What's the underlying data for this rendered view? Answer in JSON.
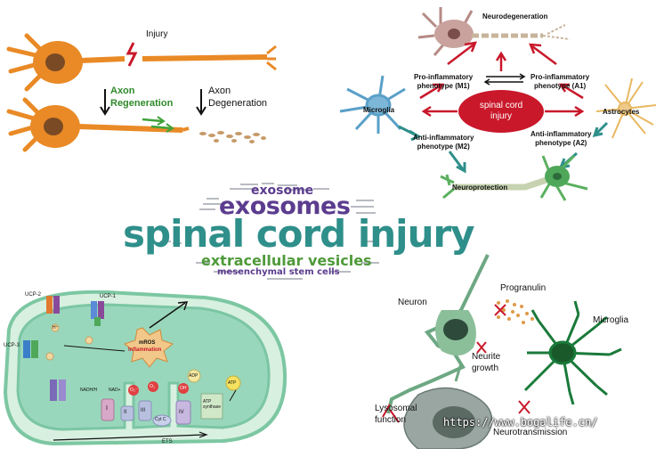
{
  "colors": {
    "neuron_orange": "#e98a26",
    "teal": "#2f8f8a",
    "purple": "#5b3c8f",
    "green": "#4f9a3a",
    "red": "#c9182a",
    "mito_green": "#8fd3b6",
    "microglia_blue": "#5aa0c8",
    "astro_gold": "#e8b860",
    "neuron_green": "#8bbf9a"
  },
  "panel_top_left": {
    "injury_label": "Injury",
    "axon_regeneration_label": "Axon\nRegeneration",
    "axon_degeneration_label": "Axon\nDegeneration"
  },
  "panel_top_right": {
    "center_label": "spinal cord\ninjury",
    "neurodegeneration": "Neurodegeneration",
    "neuroprotection": "Neuroprotection",
    "microglia": "Microglia",
    "astrocytes": "Astrocytes",
    "pro_m1": "Pro-inflammatory\nphenotype (M1)",
    "pro_a1": "Pro-inflammatory\nphenotype (A1)",
    "anti_m2": "Anti-inflammatory\nphenotype (M2)",
    "anti_a2": "Anti-inflammatory\nphenotype (A2)"
  },
  "word_cloud": {
    "exosome": "exosome",
    "exosomes": "exosomes",
    "spinal_cord_injury": "spinal cord injury",
    "extracellular_vesicles": "extracellular vesicles",
    "mesenchymal_stem_cells": "mesenchymal stem cells"
  },
  "panel_bottom_left": {
    "ucp2": "UCP-2",
    "ucp1": "UCP-1",
    "ucp3": "UCP-3",
    "h_plus": "H⁺",
    "mros": "mROS",
    "inflammation": "Inflammation",
    "nadh": "NADH/H",
    "nad": "NAD+",
    "complex_1": "I",
    "complex_2": "II",
    "complex_3": "III",
    "complex_4": "IV",
    "cyt_c": "Cyt C",
    "o2": "O₂",
    "o2_minus": "O₂⁻",
    "oh": "OH",
    "adp": "ADP",
    "atp": "ATP",
    "atp_synthase": "ATP\nsynthase",
    "ets": "ETS"
  },
  "panel_bottom_right": {
    "neuron": "Neuron",
    "progranulin": "Progranulin",
    "microglia": "Microglia",
    "neurite_growth": "Neurite\ngrowth",
    "lysosomal_function": "Lysosomal\nfunction",
    "neurotransmission": "Neurotransmission"
  },
  "watermark": "https://www.bogalife.cn/"
}
